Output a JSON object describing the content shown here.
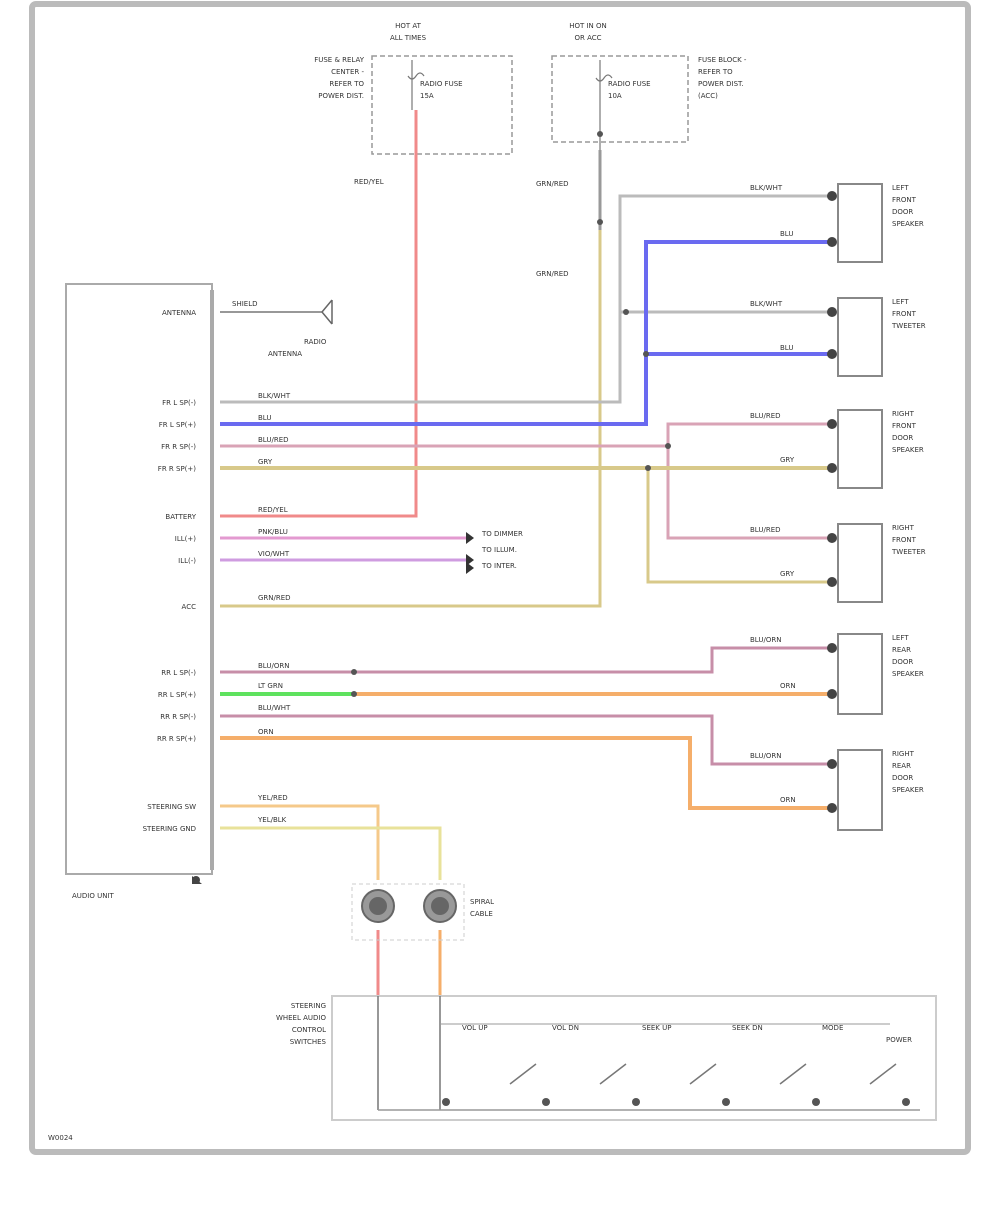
{
  "diagram": {
    "fuse_boxes": [
      {
        "id": "fuse1",
        "top_label": "HOT AT",
        "top_label2": "ALL TIMES",
        "inner_label": "RADIO FUSE",
        "inner_label2": "15A",
        "side_label": [
          "FUSE & RELAY",
          "CENTER -",
          "REFER TO",
          "POWER DIST."
        ]
      },
      {
        "id": "fuse2",
        "top_label": "HOT IN ON",
        "top_label2": "OR ACC",
        "inner_label": "RADIO FUSE",
        "inner_label2": "10A",
        "side_label": [
          "FUSE BLOCK -",
          "REFER TO",
          "POWER DIST.",
          "(ACC)"
        ]
      }
    ],
    "wire_colors": {
      "battery": "RED/YEL",
      "acc_upper": "GRN/RED",
      "acc_lower": "GRN/RED"
    },
    "head_unit": {
      "name": "AUDIO UNIT",
      "pins": [
        {
          "id": "antenna",
          "label": "ANTENNA",
          "wire": "SHIELD"
        },
        {
          "id": "fl_minus",
          "label": "FR L SP(-)",
          "wire": "BLK/WHT"
        },
        {
          "id": "fl_plus",
          "label": "FR L SP(+)",
          "wire": "BLU"
        },
        {
          "id": "fr_minus",
          "label": "FR R SP(-)",
          "wire": "BLU/RED"
        },
        {
          "id": "fr_plus",
          "label": "FR R SP(+)",
          "wire": "GRY"
        },
        {
          "id": "batt",
          "label": "BATTERY",
          "wire": "RED/YEL"
        },
        {
          "id": "ill_pos",
          "label": "ILL(+)",
          "wire": "PNK/BLU"
        },
        {
          "id": "ill_neg",
          "label": "ILL(-)",
          "wire": "VIO/WHT"
        },
        {
          "id": "acc",
          "label": "ACC",
          "wire": "GRN/RED"
        },
        {
          "id": "rl_minus",
          "label": "RR L SP(-)",
          "wire": "BLU/ORN"
        },
        {
          "id": "rl_plus",
          "label": "RR L SP(+)",
          "wire": "LT GRN"
        },
        {
          "id": "rr_minus",
          "label": "RR R SP(-)",
          "wire": "BLU/WHT"
        },
        {
          "id": "rr_plus",
          "label": "RR R SP(+)",
          "wire": "ORN"
        },
        {
          "id": "sw_signal",
          "label": "STEERING SW",
          "wire": "YEL/RED"
        },
        {
          "id": "sw_gnd",
          "label": "STEERING GND",
          "wire": "YEL/BLK"
        }
      ]
    },
    "antenna": {
      "label": "RADIO",
      "label2": "ANTENNA"
    },
    "illum_labels": [
      "TO DIMMER",
      "TO ILLUM.",
      "TO INTER."
    ],
    "speakers": [
      {
        "name": "LEFT FRONT DOOR SPEAKER",
        "lines": [
          "LEFT",
          "FRONT",
          "DOOR",
          "SPEAKER"
        ],
        "wire_a": "BLK/WHT",
        "wire_b": "BLU"
      },
      {
        "name": "LEFT TWEETER",
        "lines": [
          "LEFT",
          "FRONT",
          "TWEETER"
        ],
        "wire_a": "BLK/WHT",
        "wire_b": "BLU"
      },
      {
        "name": "RIGHT FRONT DOOR SPEAKER",
        "lines": [
          "RIGHT",
          "FRONT",
          "DOOR",
          "SPEAKER"
        ],
        "wire_a": "BLU/RED",
        "wire_b": "GRY"
      },
      {
        "name": "RIGHT TWEETER",
        "lines": [
          "RIGHT",
          "FRONT",
          "TWEETER"
        ],
        "wire_a": "BLU/RED",
        "wire_b": "GRY"
      },
      {
        "name": "LEFT REAR SPEAKER",
        "lines": [
          "LEFT",
          "REAR",
          "DOOR",
          "SPEAKER"
        ],
        "wire_a": "BLU/ORN",
        "wire_b": "ORN"
      },
      {
        "name": "RIGHT REAR SPEAKER",
        "lines": [
          "RIGHT",
          "REAR",
          "DOOR",
          "SPEAKER"
        ],
        "wire_a": "BLU/ORN",
        "wire_b": "ORN"
      }
    ],
    "spiral_cable": {
      "label": "SPIRAL",
      "label2": "CABLE"
    },
    "steering_sw": {
      "title": [
        "STEERING",
        "WHEEL AUDIO",
        "CONTROL",
        "SWITCHES"
      ],
      "switches": [
        "VOL UP",
        "VOL DN",
        "SEEK UP",
        "SEEK DN",
        "MODE",
        "POWER"
      ]
    },
    "footer_code": "W0024",
    "colors": {
      "red": "#f08a8a",
      "blue": "#6a6af0",
      "gray": "#bbbbbb",
      "tan": "#d8c98a",
      "orange": "#f5ae6a",
      "pink": "#e39ad0",
      "violet": "#cf9ce0",
      "green": "#5ee25e",
      "mauve": "#c78ea8",
      "yellow": "#e8e29a",
      "black": "#555555"
    }
  }
}
